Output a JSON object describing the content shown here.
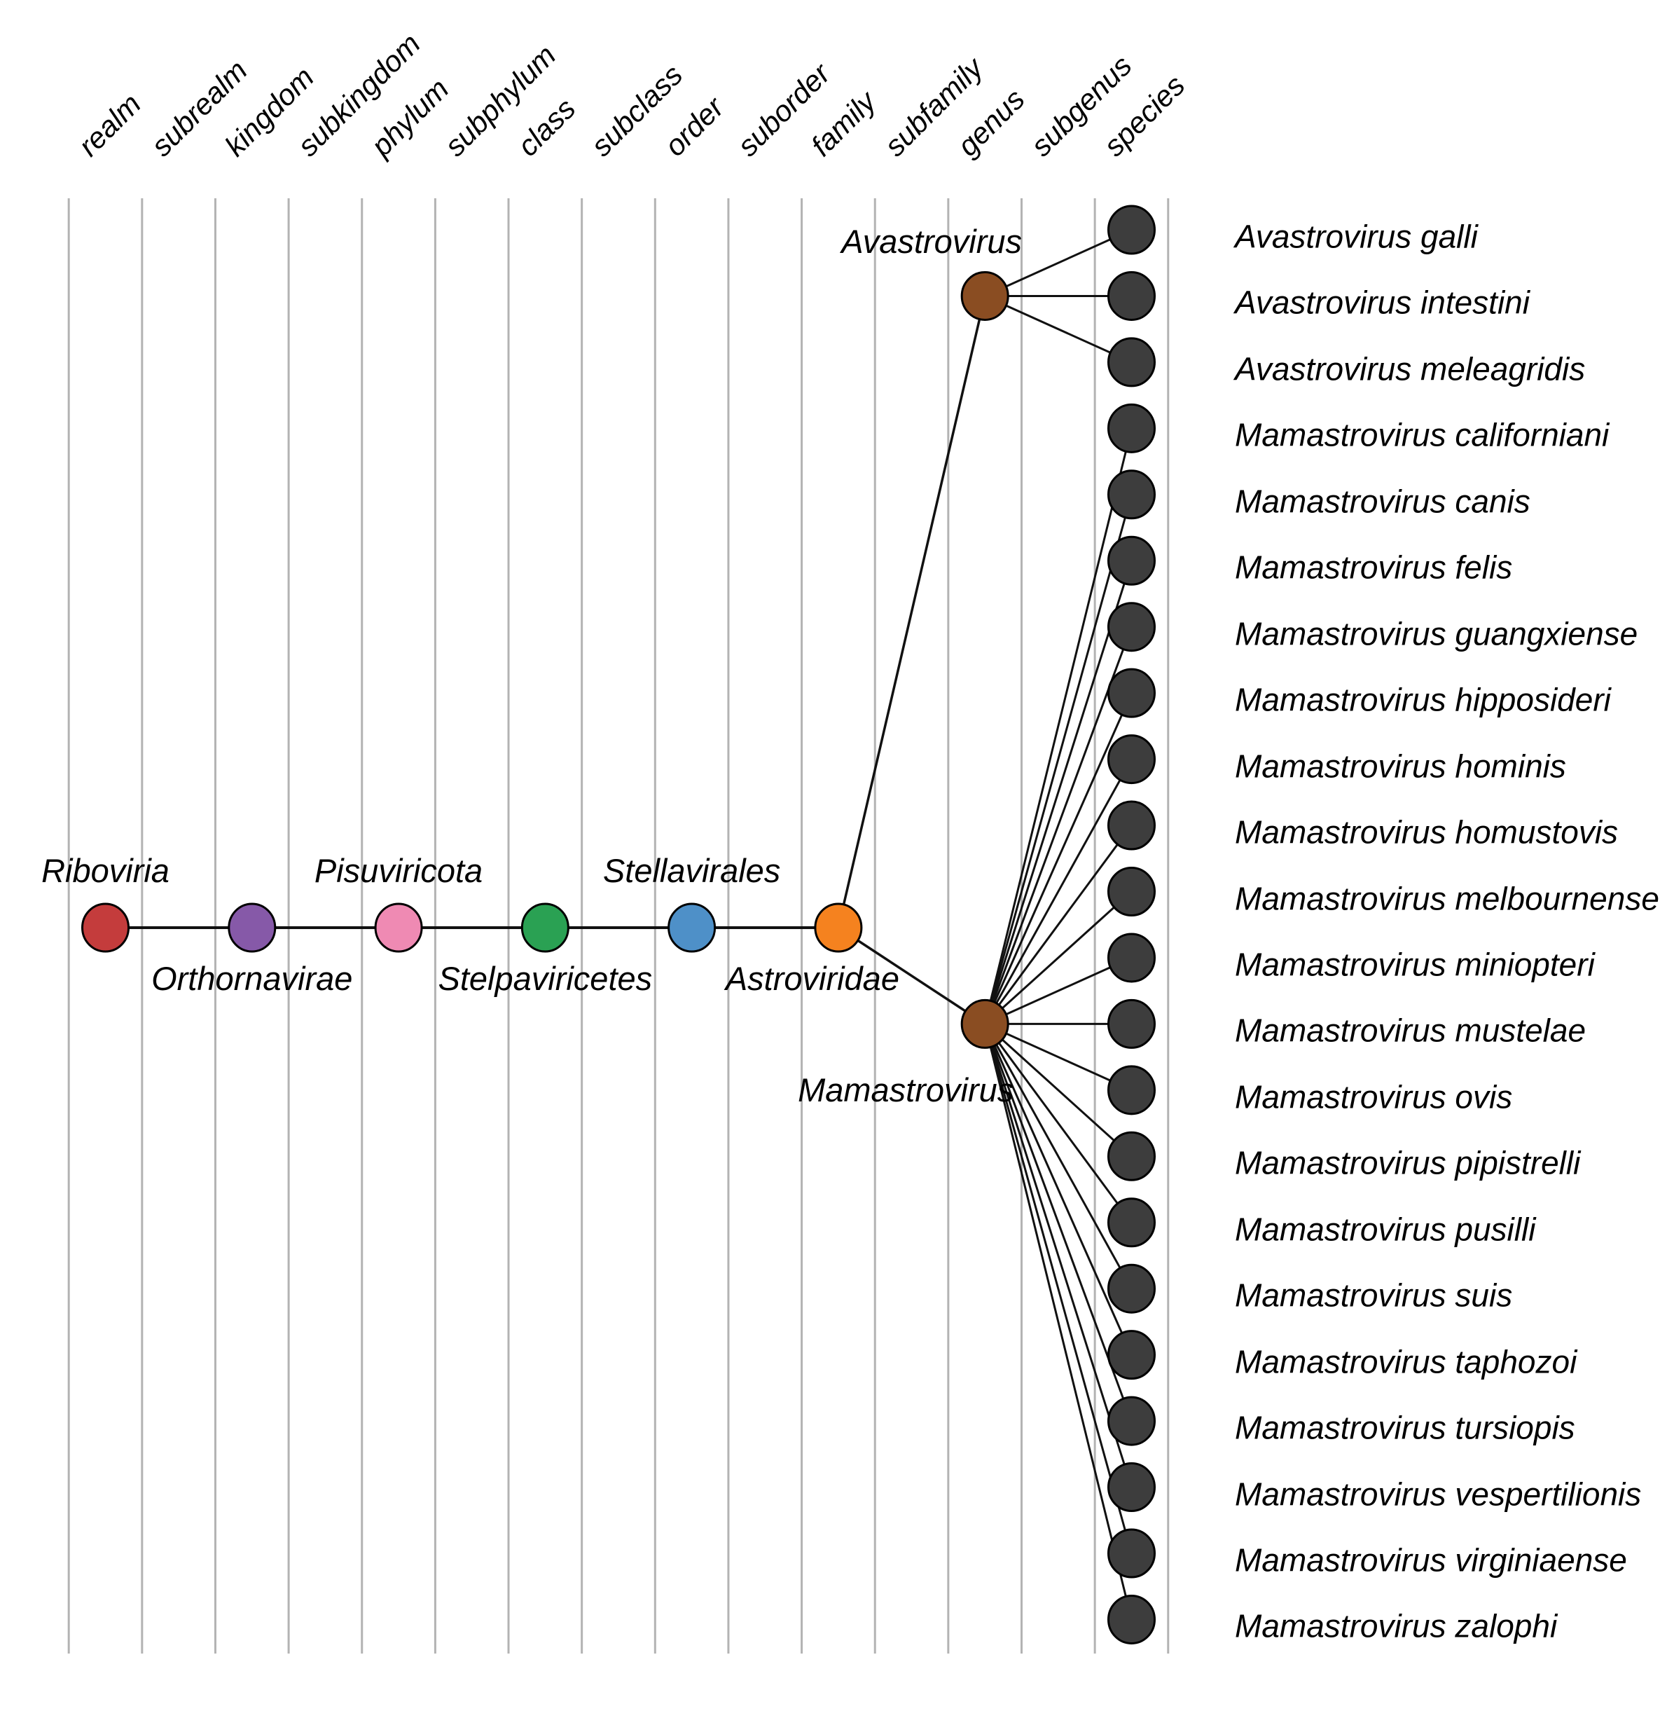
{
  "figure": {
    "title": "Astroviridae taxonomy ladder",
    "type": "taxonomy-tree"
  },
  "columns": [
    "realm",
    "subrealm",
    "kingdom",
    "subkingdom",
    "phylum",
    "subphylum",
    "class",
    "subclass",
    "order",
    "suborder",
    "family",
    "subfamily",
    "genus",
    "subgenus",
    "species"
  ],
  "lineage": [
    {
      "rank": "realm",
      "name": "Riboviria",
      "color": "#c43c3c",
      "label_side": "above"
    },
    {
      "rank": "kingdom",
      "name": "Orthornavirae",
      "color": "#8659a8",
      "label_side": "below"
    },
    {
      "rank": "phylum",
      "name": "Pisuviricota",
      "color": "#ef8ab3",
      "label_side": "above"
    },
    {
      "rank": "class",
      "name": "Stelpaviricetes",
      "color": "#2aa153",
      "label_side": "below"
    },
    {
      "rank": "order",
      "name": "Stellavirales",
      "color": "#4e90c8",
      "label_side": "above"
    },
    {
      "rank": "family",
      "name": "Astroviridae",
      "color": "#f5821f",
      "label_side": "below"
    }
  ],
  "genera": [
    {
      "rank": "genus",
      "name": "Avastrovirus",
      "color": "#8a4d22",
      "label_side": "above"
    },
    {
      "rank": "genus",
      "name": "Mamastrovirus",
      "color": "#8a4d22",
      "label_side": "below"
    }
  ],
  "species": [
    {
      "name": "Avastrovirus galli",
      "genus": "Avastrovirus"
    },
    {
      "name": "Avastrovirus intestini",
      "genus": "Avastrovirus"
    },
    {
      "name": "Avastrovirus meleagridis",
      "genus": "Avastrovirus"
    },
    {
      "name": "Mamastrovirus californiani",
      "genus": "Mamastrovirus"
    },
    {
      "name": "Mamastrovirus canis",
      "genus": "Mamastrovirus"
    },
    {
      "name": "Mamastrovirus felis",
      "genus": "Mamastrovirus"
    },
    {
      "name": "Mamastrovirus guangxiense",
      "genus": "Mamastrovirus"
    },
    {
      "name": "Mamastrovirus hipposideri",
      "genus": "Mamastrovirus"
    },
    {
      "name": "Mamastrovirus hominis",
      "genus": "Mamastrovirus"
    },
    {
      "name": "Mamastrovirus homustovis",
      "genus": "Mamastrovirus"
    },
    {
      "name": "Mamastrovirus melbournense",
      "genus": "Mamastrovirus"
    },
    {
      "name": "Mamastrovirus miniopteri",
      "genus": "Mamastrovirus"
    },
    {
      "name": "Mamastrovirus mustelae",
      "genus": "Mamastrovirus"
    },
    {
      "name": "Mamastrovirus ovis",
      "genus": "Mamastrovirus"
    },
    {
      "name": "Mamastrovirus pipistrelli",
      "genus": "Mamastrovirus"
    },
    {
      "name": "Mamastrovirus pusilli",
      "genus": "Mamastrovirus"
    },
    {
      "name": "Mamastrovirus suis",
      "genus": "Mamastrovirus"
    },
    {
      "name": "Mamastrovirus taphozoi",
      "genus": "Mamastrovirus"
    },
    {
      "name": "Mamastrovirus tursiopis",
      "genus": "Mamastrovirus"
    },
    {
      "name": "Mamastrovirus vespertilionis",
      "genus": "Mamastrovirus"
    },
    {
      "name": "Mamastrovirus virginiaense",
      "genus": "Mamastrovirus"
    },
    {
      "name": "Mamastrovirus zalophi",
      "genus": "Mamastrovirus"
    }
  ],
  "colors": {
    "species_node": "#3d3d3d",
    "gridline": "#b3b3b3",
    "connector": "#111111",
    "node_stroke": "#000000",
    "background": "#ffffff"
  }
}
